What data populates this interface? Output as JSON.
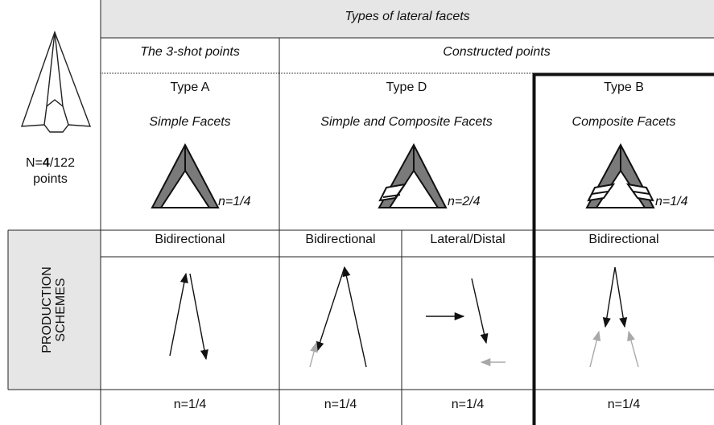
{
  "header": {
    "title": "Types of lateral facets"
  },
  "groups": {
    "three_shot": "The 3-shot points",
    "constructed": "Constructed points"
  },
  "sample": {
    "prefix": "N=",
    "bold": "4",
    "suffix": "/122",
    "line2": "points"
  },
  "types": {
    "a": {
      "title": "Type A",
      "subtitle": "Simple Facets",
      "count": "n=1/4"
    },
    "d": {
      "title": "Type D",
      "subtitle": "Simple and Composite Facets",
      "count": "n=2/4"
    },
    "b": {
      "title": "Type B",
      "subtitle": "Composite Facets",
      "count": "n=1/4"
    }
  },
  "production": {
    "side_label": "PRODUCTION SCHEMES",
    "schemes": {
      "a": "Bidirectional",
      "d1": "Bidirectional",
      "d2": "Lateral/Distal",
      "b": "Bidirectional"
    }
  },
  "footer": {
    "a": "n=1/4",
    "d1": "n=1/4",
    "d2": "n=1/4",
    "b": "n=1/4"
  },
  "colors": {
    "header_bg": "#e6e6e6",
    "facet_fill": "#7a7a7a",
    "line": "#222222",
    "arrow_grey": "#a8a8a8"
  }
}
